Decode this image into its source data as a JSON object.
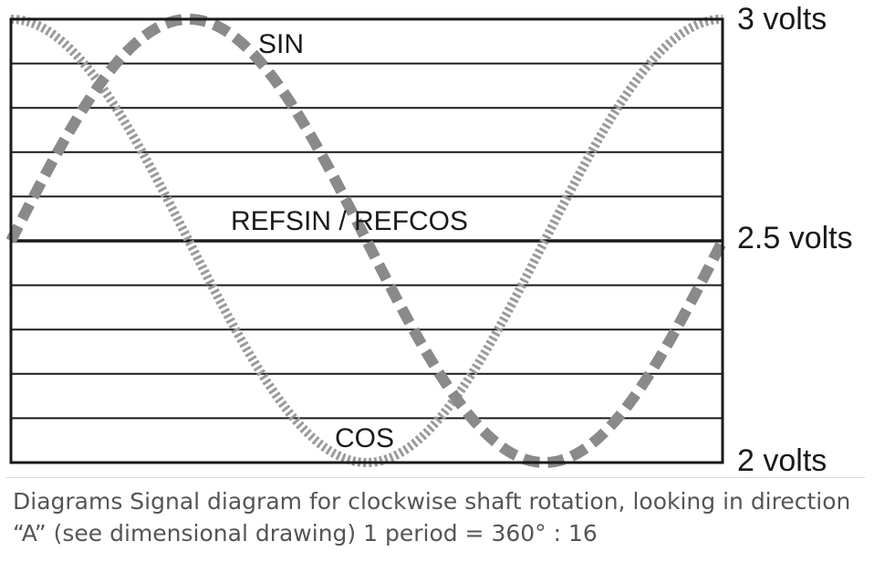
{
  "chart_data": {
    "type": "line",
    "y_unit": "volts",
    "ylim": [
      2,
      3
    ],
    "y_tick_labels": [
      {
        "value": 3,
        "label": "3 volts"
      },
      {
        "value": 2.5,
        "label": "2.5 volts"
      },
      {
        "value": 2,
        "label": "2 volts"
      }
    ],
    "grid": true,
    "grid_lines": 10,
    "x_period_count": 1,
    "series": [
      {
        "name": "SIN",
        "style": "dashed-bold",
        "color": "#8a8a8a",
        "offset": 2.5,
        "amplitude": 0.5,
        "phase": "sin",
        "periods": 1
      },
      {
        "name": "COS",
        "style": "dotted-bold",
        "color": "#9a9a9a",
        "offset": 2.5,
        "amplitude": 0.5,
        "phase": "cos",
        "periods": 1
      },
      {
        "name": "REFSIN / REFCOS",
        "style": "solid",
        "color": "#1a1a1a",
        "value": 2.5
      }
    ]
  },
  "caption": "Diagrams Signal diagram for clockwise shaft rotation, looking in direction “A” (see dimensional drawing) 1 period = 360° : 16"
}
